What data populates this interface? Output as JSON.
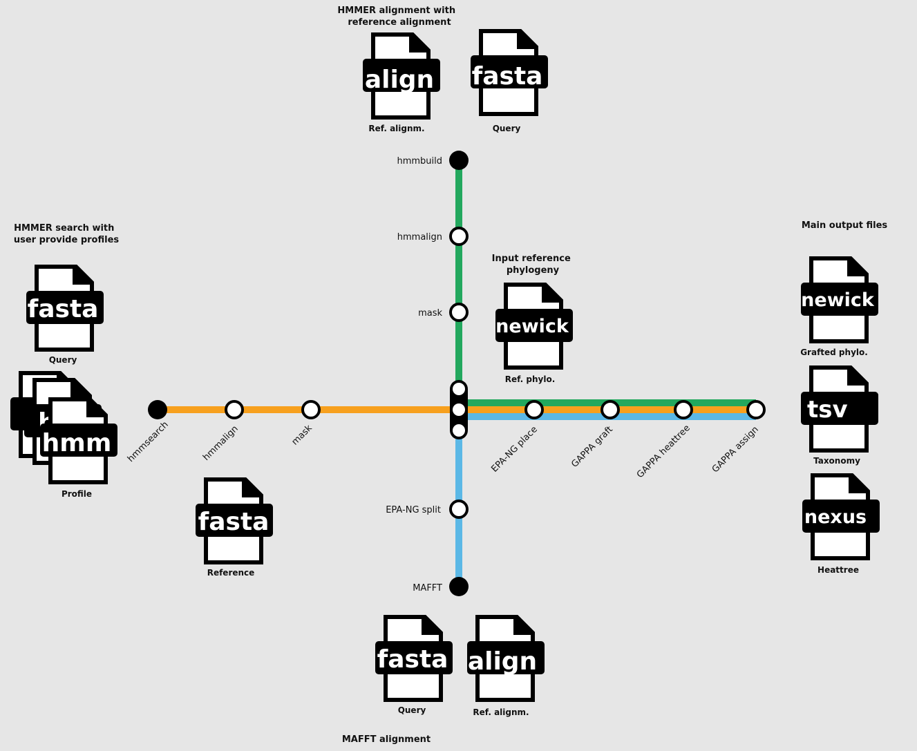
{
  "colors": {
    "background": "#e6e6e6",
    "hmmer_search_line": "#f7a01e",
    "hmmer_align_line": "#23a85e",
    "mafft_line": "#5bb8e6",
    "node_fill_black": "#000000",
    "node_fill_white": "#ffffff"
  },
  "section_titles": {
    "hmmer_align": [
      "HMMER alignment with",
      "reference alignment"
    ],
    "hmmer_search": [
      "HMMER search with",
      "user provide profiles"
    ],
    "input_phylogeny": [
      "Input reference",
      "phylogeny"
    ],
    "main_output": "Main output files",
    "mafft": "MAFFT alignment"
  },
  "files": {
    "hmmer_align_ref": {
      "type": "align",
      "caption": "Ref. alignm."
    },
    "hmmer_align_query": {
      "type": "fasta",
      "caption": "Query"
    },
    "search_query": {
      "type": "fasta",
      "caption": "Query"
    },
    "search_profile": {
      "type": "hmm",
      "caption": "Profile",
      "stack_partial": "h"
    },
    "search_reference": {
      "type": "fasta",
      "caption": "Reference"
    },
    "ref_phylo": {
      "type": "newick",
      "caption": "Ref. phylo."
    },
    "mafft_query": {
      "type": "fasta",
      "caption": "Query"
    },
    "mafft_ref": {
      "type": "align",
      "caption": "Ref. alignm."
    },
    "out_grafted": {
      "type": "newick",
      "caption": "Grafted phylo."
    },
    "out_taxonomy": {
      "type": "tsv",
      "caption": "Taxonomy"
    },
    "out_heattree": {
      "type": "nexus",
      "caption": "Heattree"
    }
  },
  "stations": {
    "vertical_top": [
      "hmmbuild",
      "hmmalign",
      "mask"
    ],
    "horizontal_left": [
      "hmmsearch",
      "hmmalign",
      "mask"
    ],
    "horizontal_right": [
      "EPA-NG place",
      "GAPPA graft",
      "GAPPA heattree",
      "GAPPA assign"
    ],
    "vertical_bottom": [
      "EPA-NG split",
      "MAFFT"
    ]
  },
  "icons": {
    "file": "file-document-icon",
    "station_start": "filled-station-icon",
    "station": "hollow-station-icon",
    "interchange": "interchange-station-icon"
  }
}
